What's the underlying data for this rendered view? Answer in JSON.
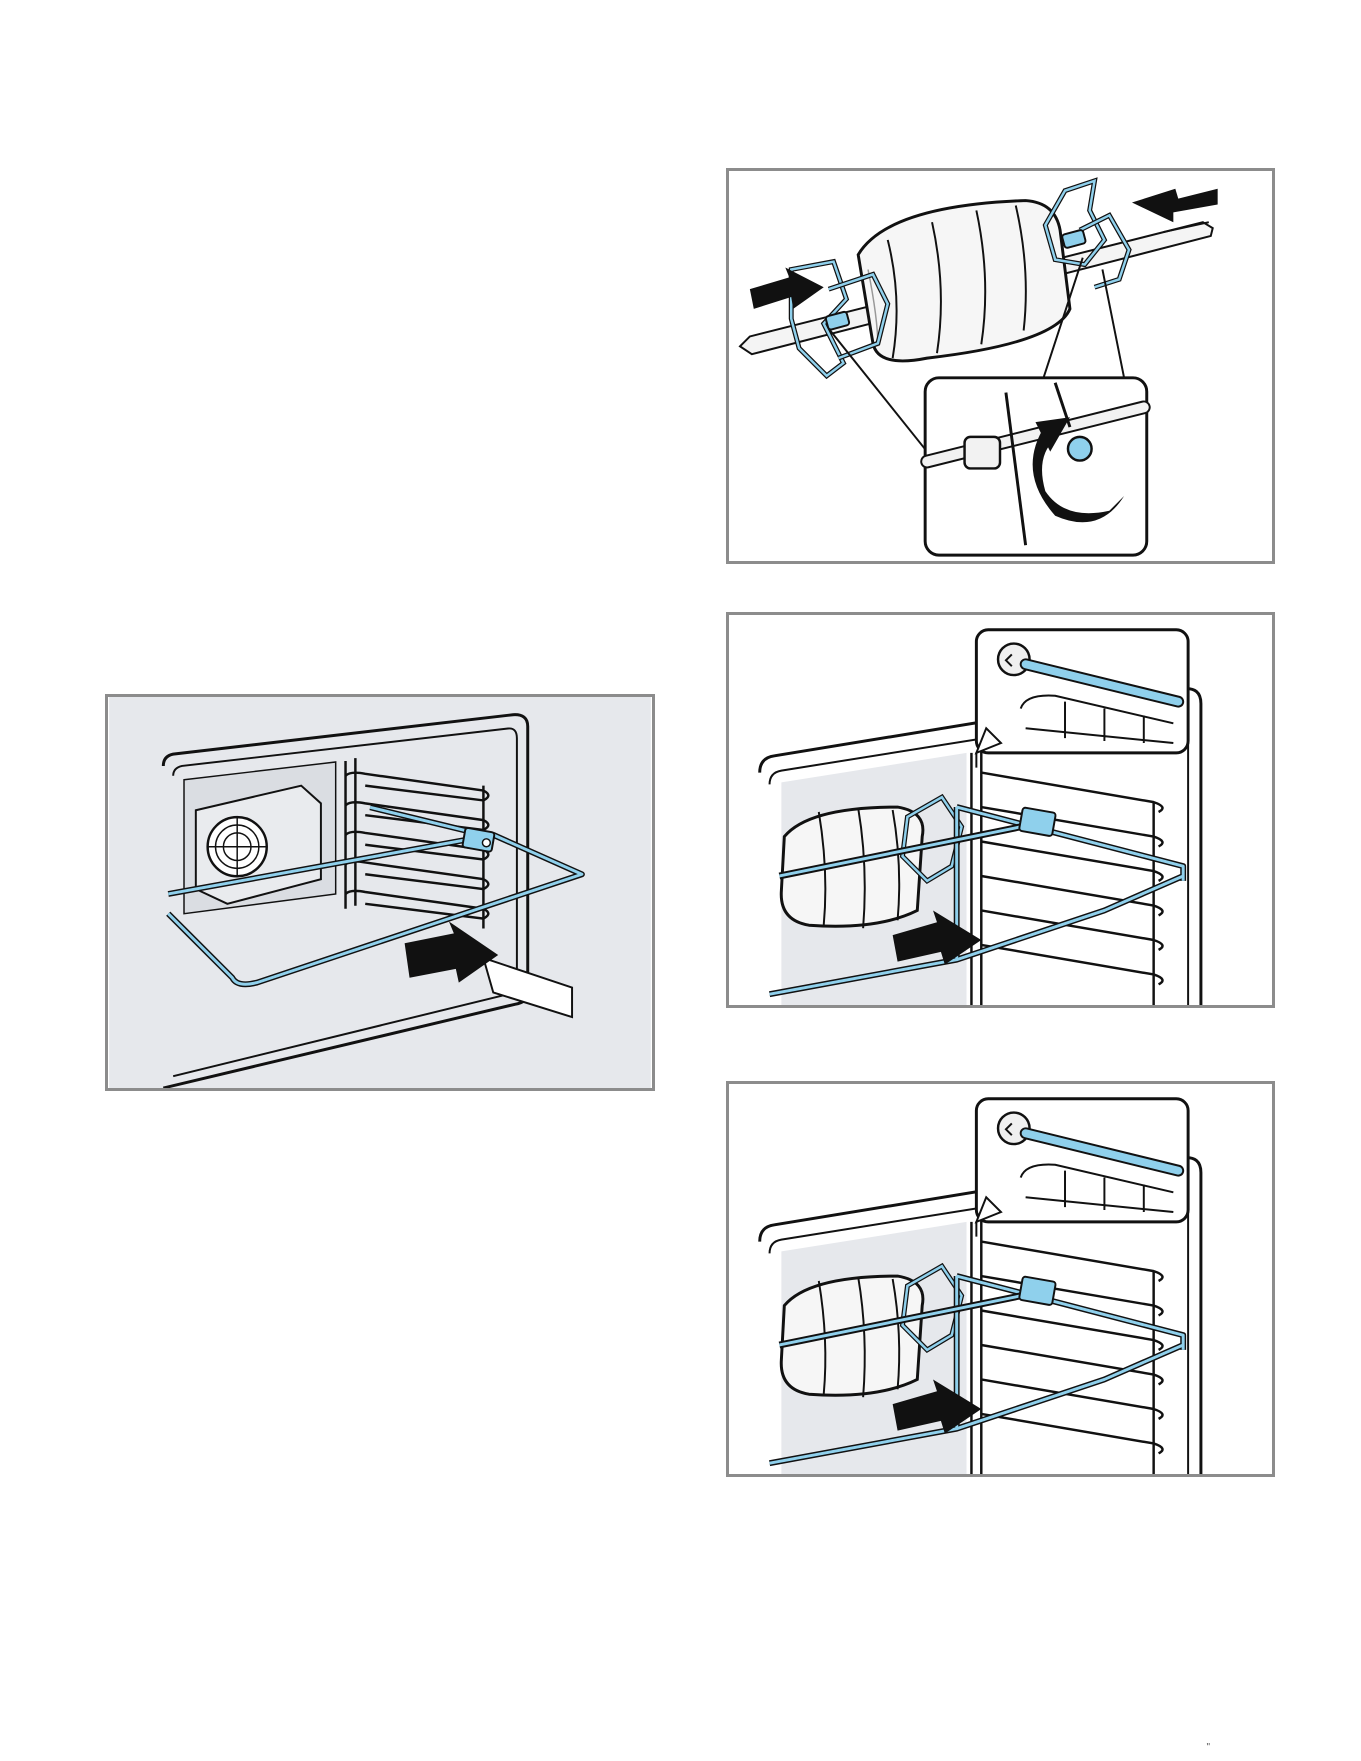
{
  "colors": {
    "accessory_blue": "#8fd0ec",
    "accessory_stroke": "#3a8fb5",
    "oven_interior": "#e6e8ec",
    "frame_border": "#8c8c8c",
    "outline": "#111111"
  },
  "figures": [
    {
      "id": "spit-assembly",
      "icon": "rotisserie-spit-icon"
    },
    {
      "id": "oven-insert-rack",
      "icon": "oven-rack-icon"
    },
    {
      "id": "oven-insert-spit-1",
      "icon": "oven-spit-icon"
    },
    {
      "id": "oven-insert-spit-2",
      "icon": "oven-spit-icon"
    }
  ],
  "page_mark": "\""
}
